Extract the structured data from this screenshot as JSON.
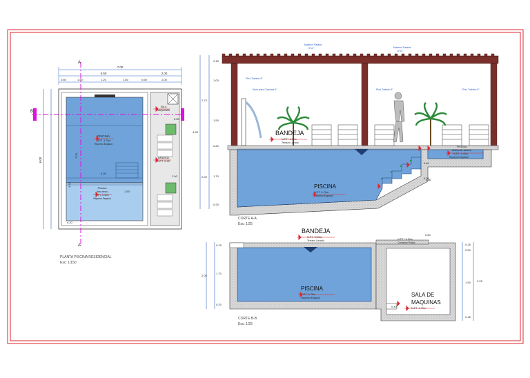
{
  "plan": {
    "title": "PLANTA PISCINA RESIDENCIAL",
    "scale": "Esc: 1/150",
    "dim_total": "7.00",
    "dims_top": [
      "5.50",
      "2.00"
    ],
    "dims_sub": [
      "0.50",
      "1.50",
      "1.20",
      "1.60",
      "0.50",
      "2.00"
    ],
    "dim_left": "6.00",
    "dim_inner_1": "7.00",
    "dim_inner_2": "4.00",
    "dim_inner_3": "4.50",
    "dim_inner_4": "1.50",
    "dim_inner_5": "2.00",
    "pool_label": "PISCINA",
    "pool_sub": "N.P.T -1.70m",
    "pool_sub2": "Repemo Espanol",
    "kids_label": "Piscina",
    "kids_sub": "Area ninos",
    "kids_sub2": "N.P.T -0.40m",
    "kids_sub3": "Repemo Espanol",
    "side_label_1": "SALA",
    "side_label_2": "MAQUINAS",
    "side_label_3": "BANDEJA",
    "side_label_4": "N.P.T +0.00",
    "section_mark": "A",
    "section_mark_b": "B",
    "dim_small": "0.20",
    "dim_small_2": "0.50"
  },
  "corteA": {
    "title": "CORTE A-A",
    "scale": "Esc: 1/25",
    "pergola_1": "Madera Tratada",
    "pergola_1b": "3\"x2\"",
    "pergola_2": "Madera Tratada",
    "pergola_2b": "6\"x2\"",
    "pino_1": "Pino Tratado 8\"",
    "pino_2": "Pino Tratado 8\"",
    "pino_3": "Pino Tratado 8\"",
    "cascada": "Muro para Cascada 4\"",
    "bandeja": "BANDEJA",
    "bandeja_sub": "N.P.T +0.00m",
    "bandeja_sub2": "Terrazo Lavado",
    "piscina": "PISCINA",
    "piscina_sub": "N.P.T -1.70m",
    "piscina_sub2": "Repemo Espanol",
    "ninos": "PISCINA",
    "ninos_sub": "AREA DE NINOS",
    "ninos_sub2": "N.P.T -0.40m",
    "ninos_sub3": "Repemo Espanol",
    "left_dims": [
      "0.15",
      "1.00",
      "1.50",
      "2.73",
      "4.55",
      "0.20",
      "2.00",
      "1.70",
      "0.20"
    ],
    "right_dims": [
      "0.40",
      "0.20",
      "0.60"
    ]
  },
  "corteB": {
    "title": "CORTE B-B",
    "scale": "Esc: 1/25",
    "bandeja": "BANDEJA",
    "bandeja_sub": "N.P.T +0.00m",
    "bandeja_sub2": "Terrazo Lavado",
    "piscina": "PISCINA",
    "piscina_sub": "N.P.T -1.70m",
    "piscina_sub2": "Repemo Espanol",
    "sala": "SALA DE",
    "sala2": "MAQUINAS",
    "sala_sub": "N.P.T -1.70m",
    "npt": "N.P.T +0.00m",
    "npt_sub": "Cemento Pulido",
    "left_dims": [
      "0.15",
      "2.05",
      "1.70",
      "0.20"
    ],
    "right_dims": [
      "0.15",
      "0.20",
      "1.90",
      "2.25",
      "0.15"
    ],
    "top_dim": "0.60",
    "dim_step": "0.40"
  },
  "colors": {
    "border": "#e0262f",
    "pool": "#6fa3d9",
    "pool_light": "#a9cdee",
    "wood": "#7a2f2a",
    "concrete": "#cfcfcf",
    "dim": "#2c62c8",
    "magenta": "#e010e0"
  }
}
